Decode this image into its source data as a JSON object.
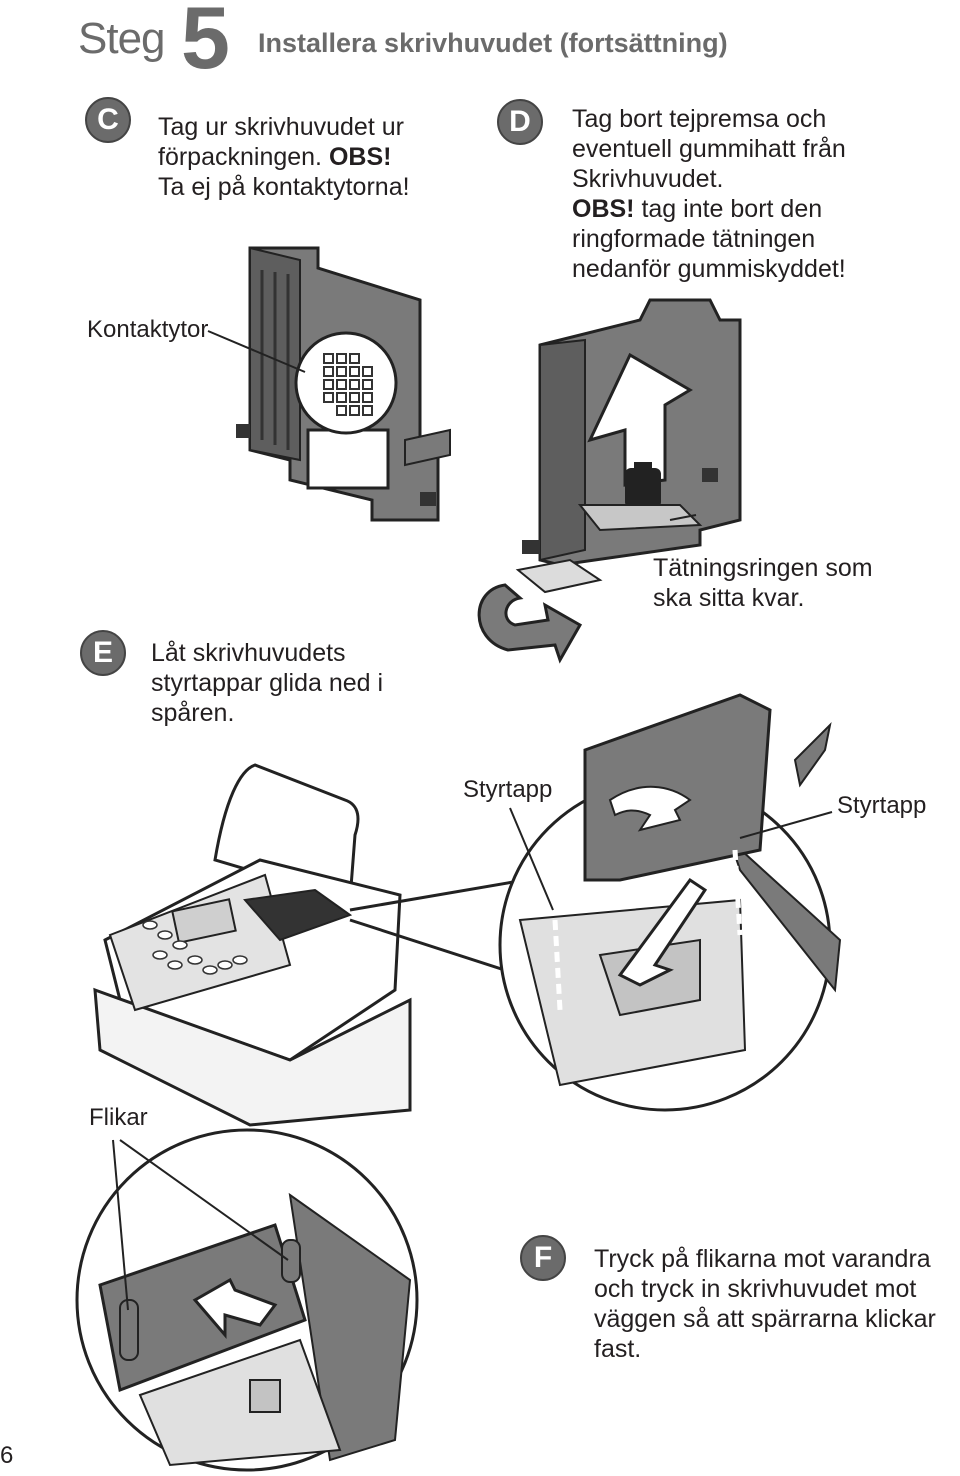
{
  "header": {
    "steg": "Steg",
    "number": "5",
    "title": "Installera skrivhuvudet (fortsättning)"
  },
  "step_c": {
    "badge": "C",
    "line1": "Tag ur skrivhuvudet ur",
    "line2a": "förpackningen. ",
    "line2b": "OBS!",
    "line3": "Ta ej på kontaktytorna!",
    "label": "Kontaktytor"
  },
  "step_d": {
    "badge": "D",
    "line1": "Tag bort tejpremsa och",
    "line2": "eventuell gummihatt från",
    "line3": "Skrivhuvudet.",
    "line4a": "OBS!",
    "line4b": " tag inte bort den",
    "line5": "ringformade tätningen",
    "line6": "nedanför gummiskyddet!",
    "label1": "Tätningsringen som",
    "label2": "ska sitta kvar."
  },
  "step_e": {
    "badge": "E",
    "line1": "Låt skrivhuvudets",
    "line2": "styrtappar glida ned i",
    "line3": "spåren.",
    "label_left": "Styrtapp",
    "label_right": "Styrtapp"
  },
  "step_f": {
    "badge": "F",
    "line1": "Tryck på flikarna mot varandra",
    "line2": "och tryck in skrivhuvudet mot",
    "line3": "väggen så att spärrarna klickar",
    "line4": "fast.",
    "label": "Flikar"
  },
  "page_number": "6"
}
